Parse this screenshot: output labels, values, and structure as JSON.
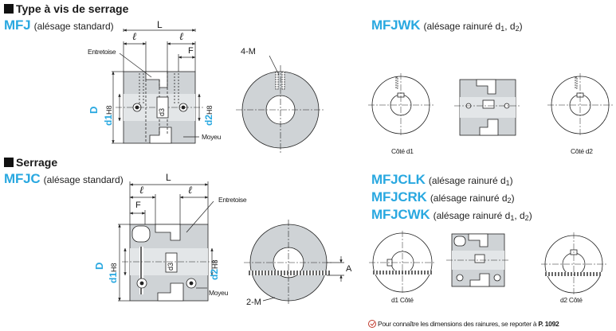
{
  "colors": {
    "accent": "#29a8e0",
    "text": "#1a1a1a",
    "gray": "#cfd3d6",
    "ink": "#222222"
  },
  "section1": {
    "title": "Type à vis de serrage",
    "model_code": "MFJ",
    "model_desc": "(alésage standard)",
    "labels": {
      "L": "L",
      "l1": "ℓ",
      "l2": "ℓ",
      "F": "F",
      "spacer": "Entretoise",
      "hub": "Moyeu",
      "D": "D",
      "d1": "d1",
      "d1tol": "H8",
      "d2": "d2",
      "d2tol": "H8",
      "d3": "d3",
      "M": "4-M"
    }
  },
  "section1_right": {
    "model_code": "MFJWK",
    "model_desc_pre": "(alésage rainuré d",
    "sub1": "1",
    "mid": ", d",
    "sub2": "2",
    "end": ")",
    "side_d1": "Côté d1",
    "side_d2": "Côté d2"
  },
  "section2": {
    "title": "Serrage",
    "model_code": "MFJC",
    "model_desc": "(alésage standard)",
    "labels": {
      "L": "L",
      "l1": "ℓ",
      "l2": "ℓ",
      "F": "F",
      "spacer": "Entretoise",
      "hub": "Moyeu",
      "D": "D",
      "d1": "d1",
      "d1tol": "H8",
      "d2": "d2",
      "d2tol": "H8",
      "d3": "d3",
      "M": "2-M",
      "A": "A"
    }
  },
  "section2_right": {
    "items": [
      {
        "code": "MFJCLK",
        "desc_pre": "(alésage rainuré d",
        "sub": "1",
        "desc_end": ")"
      },
      {
        "code": "MFJCRK",
        "desc_pre": "(alésage rainuré d",
        "sub": "2",
        "desc_end": ")"
      },
      {
        "code": "MFJCWK",
        "desc_pre": "(alésage rainuré d",
        "sub": "1",
        "desc_mid": ", d",
        "sub2": "2",
        "desc_end": ")"
      }
    ],
    "side_d1": "d1 Côté",
    "side_d2": "d2 Côté"
  },
  "footnote": {
    "text": "Pour connaître les dimensions des rainures, se reporter à ",
    "ref": "P. 1092",
    "icon": "reference-icon"
  }
}
